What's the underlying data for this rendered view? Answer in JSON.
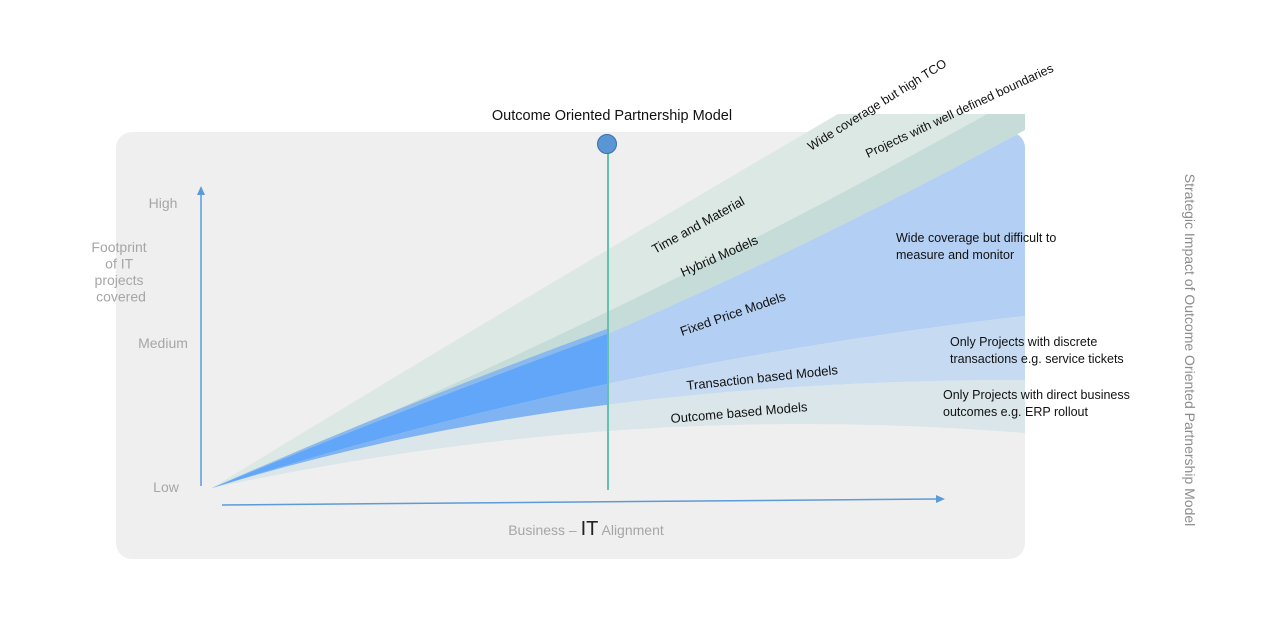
{
  "diagram": {
    "top_title": "Outcome Oriented Partnership Model",
    "side_title": "Strategic Impact of Outcome Oriented Partnership Model",
    "y_axis": {
      "title_lines": [
        "Footprint",
        "of IT",
        "projects",
        "covered"
      ],
      "ticks": {
        "high": "High",
        "medium": "Medium",
        "low": "Low"
      }
    },
    "x_axis": {
      "label_prefix": "Business –",
      "label_emphasis": "IT",
      "label_suffix": "Alignment"
    },
    "bands": {
      "time_material": "Time and Material",
      "hybrid": "Hybrid Models",
      "fixed_price": "Fixed Price Models",
      "transaction": "Transaction based Models",
      "outcome": "Outcome based Models"
    },
    "notes": {
      "wide_tco": "Wide coverage but high TCO",
      "well_defined": "Projects with well defined boundaries",
      "difficult_line1": "Wide coverage but difficult to",
      "difficult_line2": "measure and monitor",
      "discrete_line1": "Only Projects with discrete",
      "discrete_line2": "transactions  e.g. service tickets",
      "direct_line1": "Only Projects with direct business",
      "direct_line2": "outcomes e.g.   ERP rollout"
    },
    "colors": {
      "panel": "#efefef",
      "band_time_material": "#dce8e4",
      "band_hybrid": "#c6dcd8",
      "band_fixed_price": "#b3cff3",
      "band_transaction": "#c6dbf2",
      "band_outcome": "#dae6e9",
      "inner_fixed": "#61a6f8",
      "inner_transaction": "#7fb3f1",
      "axis": "#5b9bd8",
      "marker": "#5a95d4"
    }
  }
}
